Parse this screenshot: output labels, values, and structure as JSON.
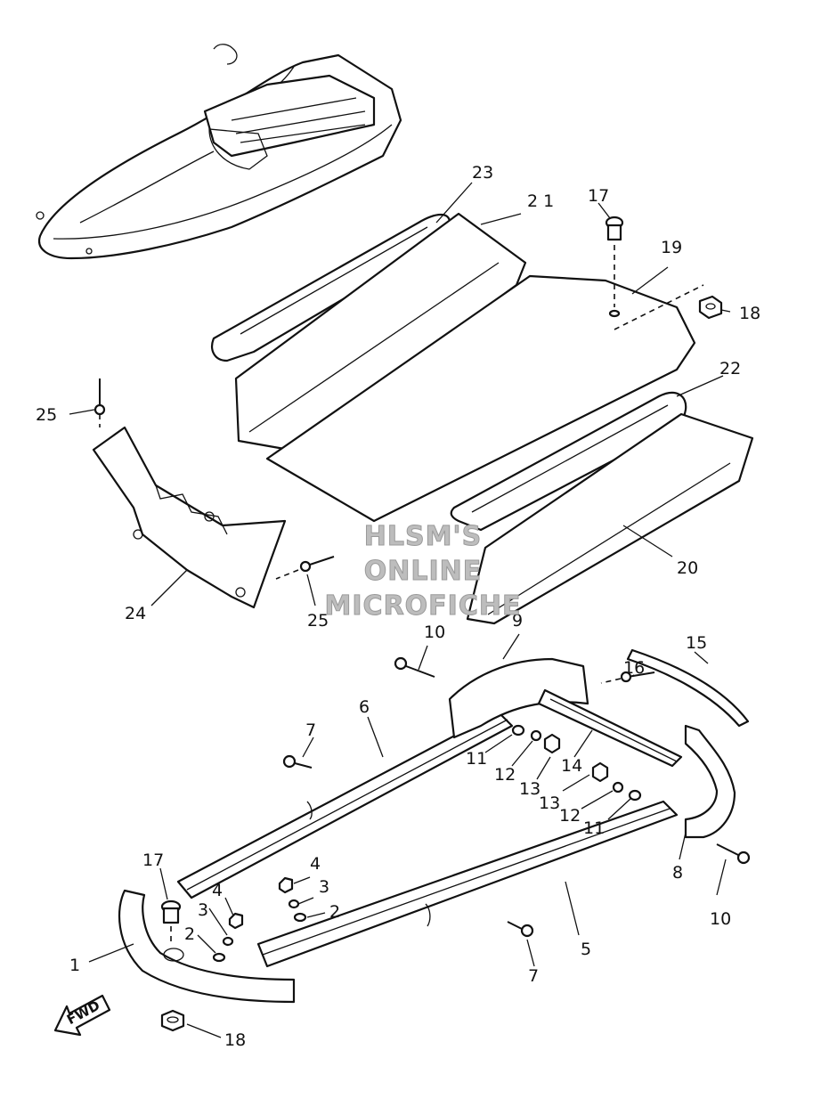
{
  "watermark": {
    "line1": "HLSM'S",
    "line2": "ONLINE",
    "line3": "MICROFICHE"
  },
  "direction_label": "FWD",
  "callouts": {
    "c1": "1",
    "c2a": "2",
    "c2b": "2",
    "c3a": "3",
    "c3b": "3",
    "c4a": "4",
    "c4b": "4",
    "c5": "5",
    "c6": "6",
    "c7a": "7",
    "c7b": "7",
    "c8": "8",
    "c9": "9",
    "c10a": "10",
    "c10b": "10",
    "c11a": "11",
    "c11b": "11",
    "c12a": "12",
    "c12b": "12",
    "c13a": "13",
    "c13b": "13",
    "c14": "14",
    "c15": "15",
    "c16": "16",
    "c17a": "17",
    "c17b": "17",
    "c18a": "18",
    "c18b": "18",
    "c19": "19",
    "c20": "20",
    "c21": "2 1",
    "c22": "22",
    "c23": "23",
    "c24": "24",
    "c25a": "25",
    "c25b": "25"
  }
}
